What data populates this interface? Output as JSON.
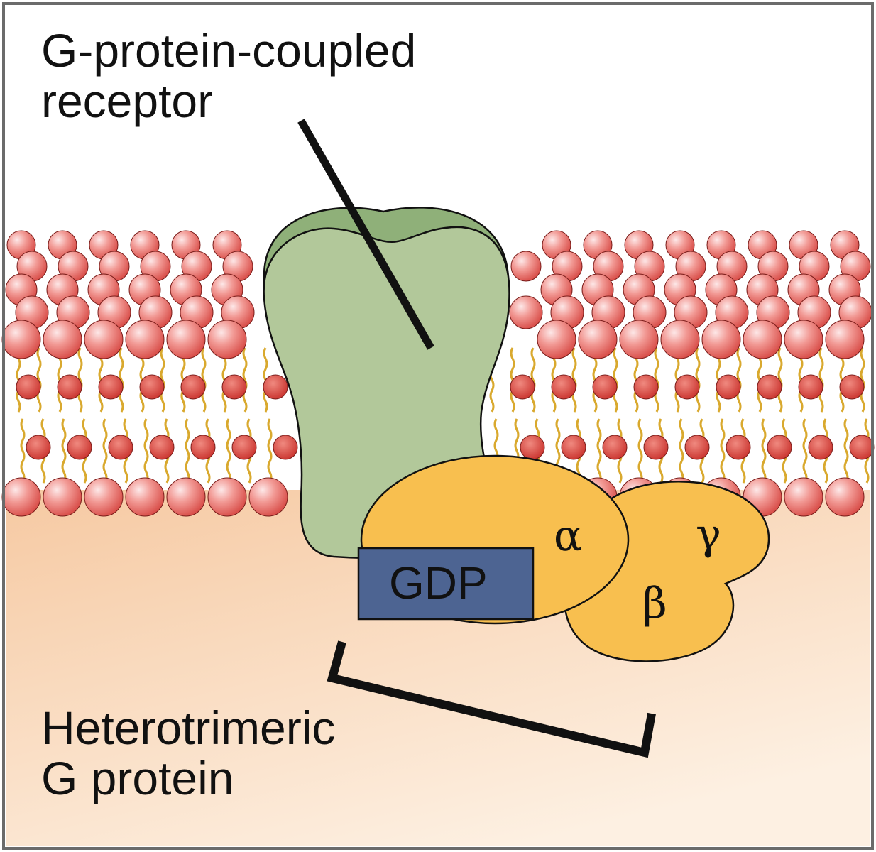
{
  "labels": {
    "receptor_line1": "G-protein-coupled",
    "receptor_line2": "receptor",
    "gprotein_line1": "Heterotrimeric",
    "gprotein_line2": "G protein",
    "gdp": "GDP",
    "alpha": "α",
    "beta": "β",
    "gamma": "γ"
  },
  "colors": {
    "background_top": "#ffffff",
    "cytoplasm": "#f8d3b0",
    "phospholipid_head": "#e8726f",
    "phospholipid_head_highlight": "#fbe3e3",
    "lipid_tail": "#e0b13a",
    "receptor_fill": "#b2c89a",
    "receptor_top": "#8fb079",
    "g_protein_fill": "#f8bf4f",
    "gdp_fill": "#4d6492",
    "outline": "#111111",
    "frame": "#666666"
  }
}
